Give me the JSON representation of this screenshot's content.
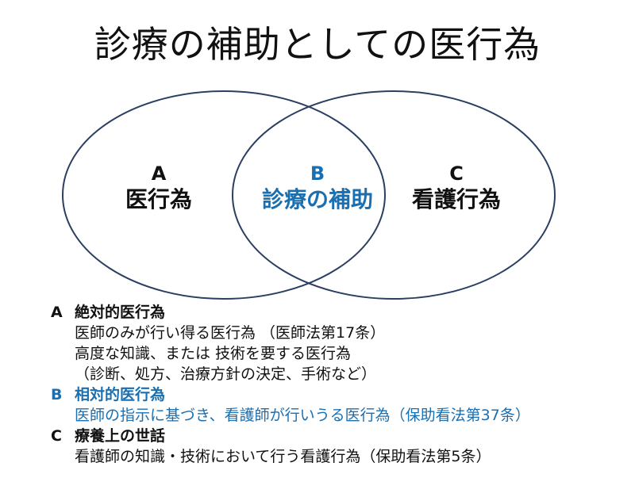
{
  "title": "診療の補助としての医行為",
  "colors": {
    "text": "#111111",
    "accent": "#1a6fb0",
    "circle_stroke": "#2b3f63"
  },
  "venn": {
    "a": {
      "letter": "A",
      "name": "医行為"
    },
    "b": {
      "letter": "B",
      "name": "診療の補助"
    },
    "c": {
      "letter": "C",
      "name": "看護行為"
    }
  },
  "notes": [
    {
      "key": "A",
      "heading": "絶対的医行為",
      "lines": [
        "医師のみが行い得る医行為 （医師法第17条）",
        "高度な知識、または  技術を要する医行為",
        "（診断、処方、治療方針の決定、手術など）"
      ]
    },
    {
      "key": "B",
      "heading": "相対的医行為",
      "lines": [
        "医師の指示に基づき、看護師が行いうる医行為（保助看法第37条）"
      ]
    },
    {
      "key": "C",
      "heading": "療養上の世話",
      "lines": [
        "看護師の知識・技術において行う看護行為（保助看法第5条）"
      ]
    }
  ]
}
